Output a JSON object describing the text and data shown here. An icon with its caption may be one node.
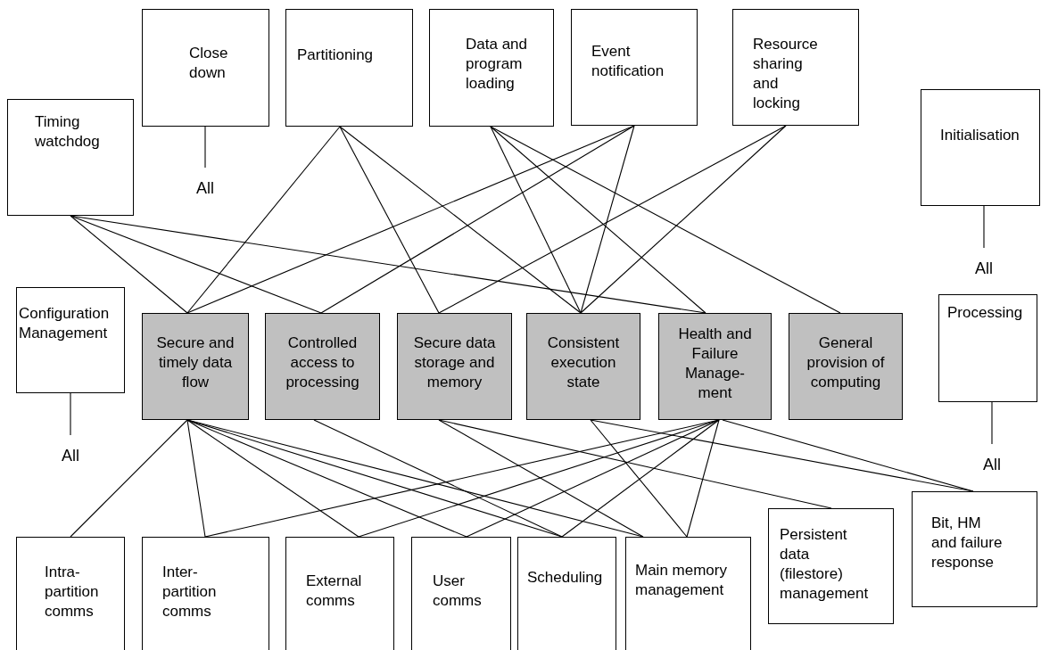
{
  "diagram": {
    "nodes": [
      {
        "text": [
          "Close down"
        ]
      },
      {
        "text": [
          "Partitioning"
        ]
      },
      {
        "text": [
          "Data and program loading"
        ]
      },
      {
        "text": [
          "Event notification"
        ]
      },
      {
        "text": [
          "Resource sharing and locking"
        ]
      },
      {
        "text": [
          "Timing watchdog"
        ]
      },
      {
        "text": [
          "Initialisation"
        ]
      },
      {
        "text": [
          "All"
        ]
      },
      {
        "text": [
          "All"
        ]
      },
      {
        "text": [
          "Configuration Management"
        ]
      },
      {
        "text": [
          "Secure and timely data flow"
        ]
      },
      {
        "text": [
          "Controlled access to processing"
        ]
      },
      {
        "text": [
          "Secure data storage and memory"
        ]
      },
      {
        "text": [
          "Consistent execution state"
        ]
      },
      {
        "text": [
          "Health and Failure Manage-ment"
        ]
      },
      {
        "text": [
          "General provision of computing"
        ]
      },
      {
        "text": [
          "Processing"
        ]
      },
      {
        "text": [
          "All"
        ]
      },
      {
        "text": [
          "All"
        ]
      },
      {
        "text": [
          "Intra-partition comms"
        ]
      },
      {
        "text": [
          "Inter-partition comms"
        ]
      },
      {
        "text": [
          "External comms"
        ]
      },
      {
        "text": [
          "User comms"
        ]
      },
      {
        "text": [
          "Scheduling"
        ]
      },
      {
        "text": [
          "Main memory management"
        ]
      },
      {
        "text": [
          "Persistent data (filestore) management"
        ]
      },
      {
        "text": [
          "Bit, HM and failure response"
        ]
      }
    ],
    "edges": [
      {
        "from": 5,
        "to": 10,
        "arrow": "none"
      },
      {
        "from": 5,
        "to": 11,
        "arrow": "none"
      },
      {
        "from": 5,
        "to": 14,
        "arrow": "none"
      },
      {
        "from": 1,
        "to": 10,
        "arrow": "none"
      },
      {
        "from": 1,
        "to": 12,
        "arrow": "none"
      },
      {
        "from": 1,
        "to": 13,
        "arrow": "none"
      },
      {
        "from": 2,
        "to": 13,
        "arrow": "none"
      },
      {
        "from": 2,
        "to": 14,
        "arrow": "none"
      },
      {
        "from": 2,
        "to": 15,
        "arrow": "none"
      },
      {
        "from": 3,
        "to": 10,
        "arrow": "none"
      },
      {
        "from": 3,
        "to": 11,
        "arrow": "none"
      },
      {
        "from": 3,
        "to": 13,
        "arrow": "none"
      },
      {
        "from": 4,
        "to": 12,
        "arrow": "none"
      },
      {
        "from": 4,
        "to": 13,
        "arrow": "none"
      },
      {
        "from": 0,
        "to": 7,
        "arrow": "none"
      },
      {
        "from": 6,
        "to": 8,
        "arrow": "none"
      },
      {
        "from": 9,
        "to": 17,
        "arrow": "none"
      },
      {
        "from": 16,
        "to": 18,
        "arrow": "none"
      },
      {
        "from": 10,
        "to": 19,
        "arrow": "none"
      },
      {
        "from": 10,
        "to": 20,
        "arrow": "none"
      },
      {
        "from": 10,
        "to": 21,
        "arrow": "none"
      },
      {
        "from": 10,
        "to": 22,
        "arrow": "none"
      },
      {
        "from": 10,
        "to": 23,
        "arrow": "none"
      },
      {
        "from": 10,
        "to": 24,
        "arrow": "none"
      },
      {
        "from": 11,
        "to": 23,
        "arrow": "none"
      },
      {
        "from": 12,
        "to": 24,
        "arrow": "none"
      },
      {
        "from": 12,
        "to": 25,
        "arrow": "none"
      },
      {
        "from": 13,
        "to": 24,
        "arrow": "none"
      },
      {
        "from": 13,
        "to": 26,
        "arrow": "none"
      },
      {
        "from": 14,
        "to": 20,
        "arrow": "none"
      },
      {
        "from": 14,
        "to": 21,
        "arrow": "none"
      },
      {
        "from": 14,
        "to": 22,
        "arrow": "none"
      },
      {
        "from": 14,
        "to": 23,
        "arrow": "none"
      },
      {
        "from": 14,
        "to": 24,
        "arrow": "none"
      },
      {
        "from": 14,
        "to": 26,
        "arrow": "none"
      }
    ]
  }
}
